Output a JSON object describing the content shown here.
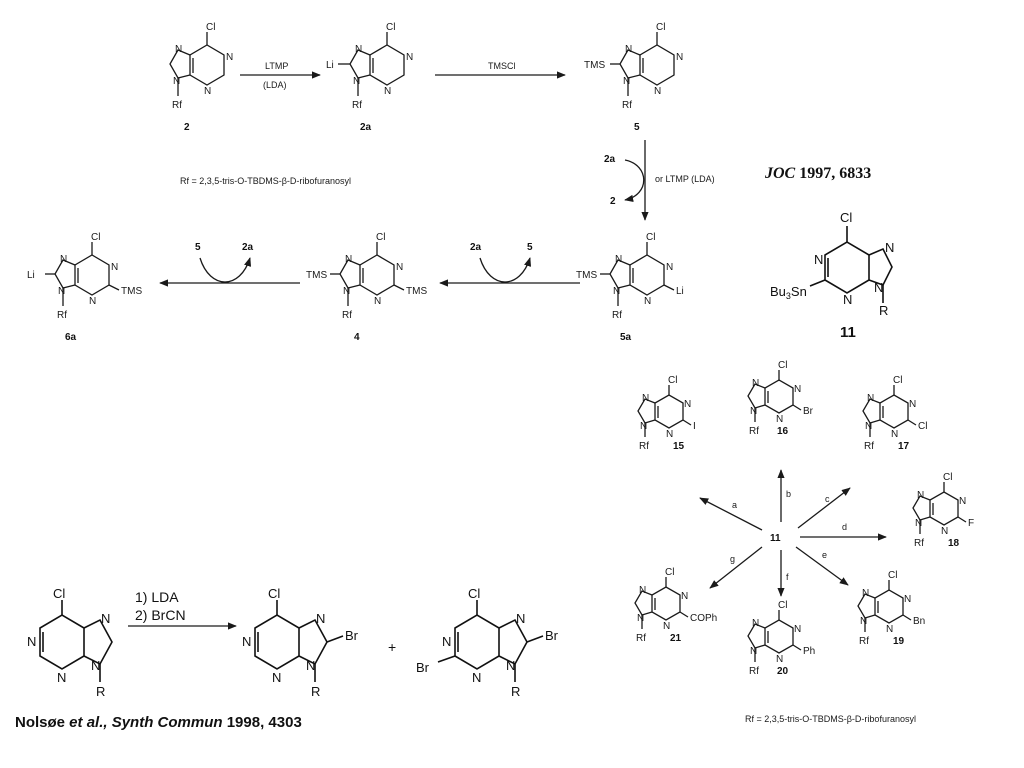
{
  "references": {
    "joc": {
      "journal": "JOC",
      "rest": " 1997, 6833"
    },
    "nolsoe": {
      "authors": "Nolsøe",
      "etal": " et al., ",
      "journal": "Synth Commun",
      "rest": " 1998, 4303"
    }
  },
  "footnotes": {
    "rf_top": "Rf = 2,3,5-tris-O-TBDMS-β-D-ribofuranosyl",
    "rf_bottom": "Rf = 2,3,5-tris-O-TBDMS-β-D-ribofuranosyl"
  },
  "reagents": {
    "ltmp": "LTMP",
    "lda_paren": "(LDA)",
    "tmscl": "TMSCl",
    "or_ltmp": "or LTMP (LDA)",
    "step1": "1) LDA",
    "step2": "2) BrCN",
    "plus": "+",
    "arrow_5_left": "5",
    "arrow_2a_left": "2a",
    "arrow_2a_mid": "2a",
    "arrow_5_mid": "5",
    "side_2a": "2a",
    "side_2": "2"
  },
  "compounds": {
    "c2": "2",
    "c2a": "2a",
    "c5": "5",
    "c5a": "5a",
    "c4": "4",
    "c6a": "6a",
    "c11": "11",
    "c11center": "11",
    "c15": "15",
    "c16": "16",
    "c17": "17",
    "c18": "18",
    "c19": "19",
    "c20": "20",
    "c21": "21"
  },
  "radial_letters": [
    "a",
    "b",
    "c",
    "d",
    "e",
    "f",
    "g"
  ],
  "atoms": {
    "N": "N",
    "Cl": "Cl",
    "Li": "Li",
    "TMS": "TMS",
    "Rf": "Rf",
    "R": "R",
    "Br": "Br",
    "I": "I",
    "F": "F",
    "Bn": "Bn",
    "Ph": "Ph",
    "COPh": "COPh",
    "Bu3Sn": "Bu",
    "sub3": "3",
    "Sn": "Sn"
  }
}
